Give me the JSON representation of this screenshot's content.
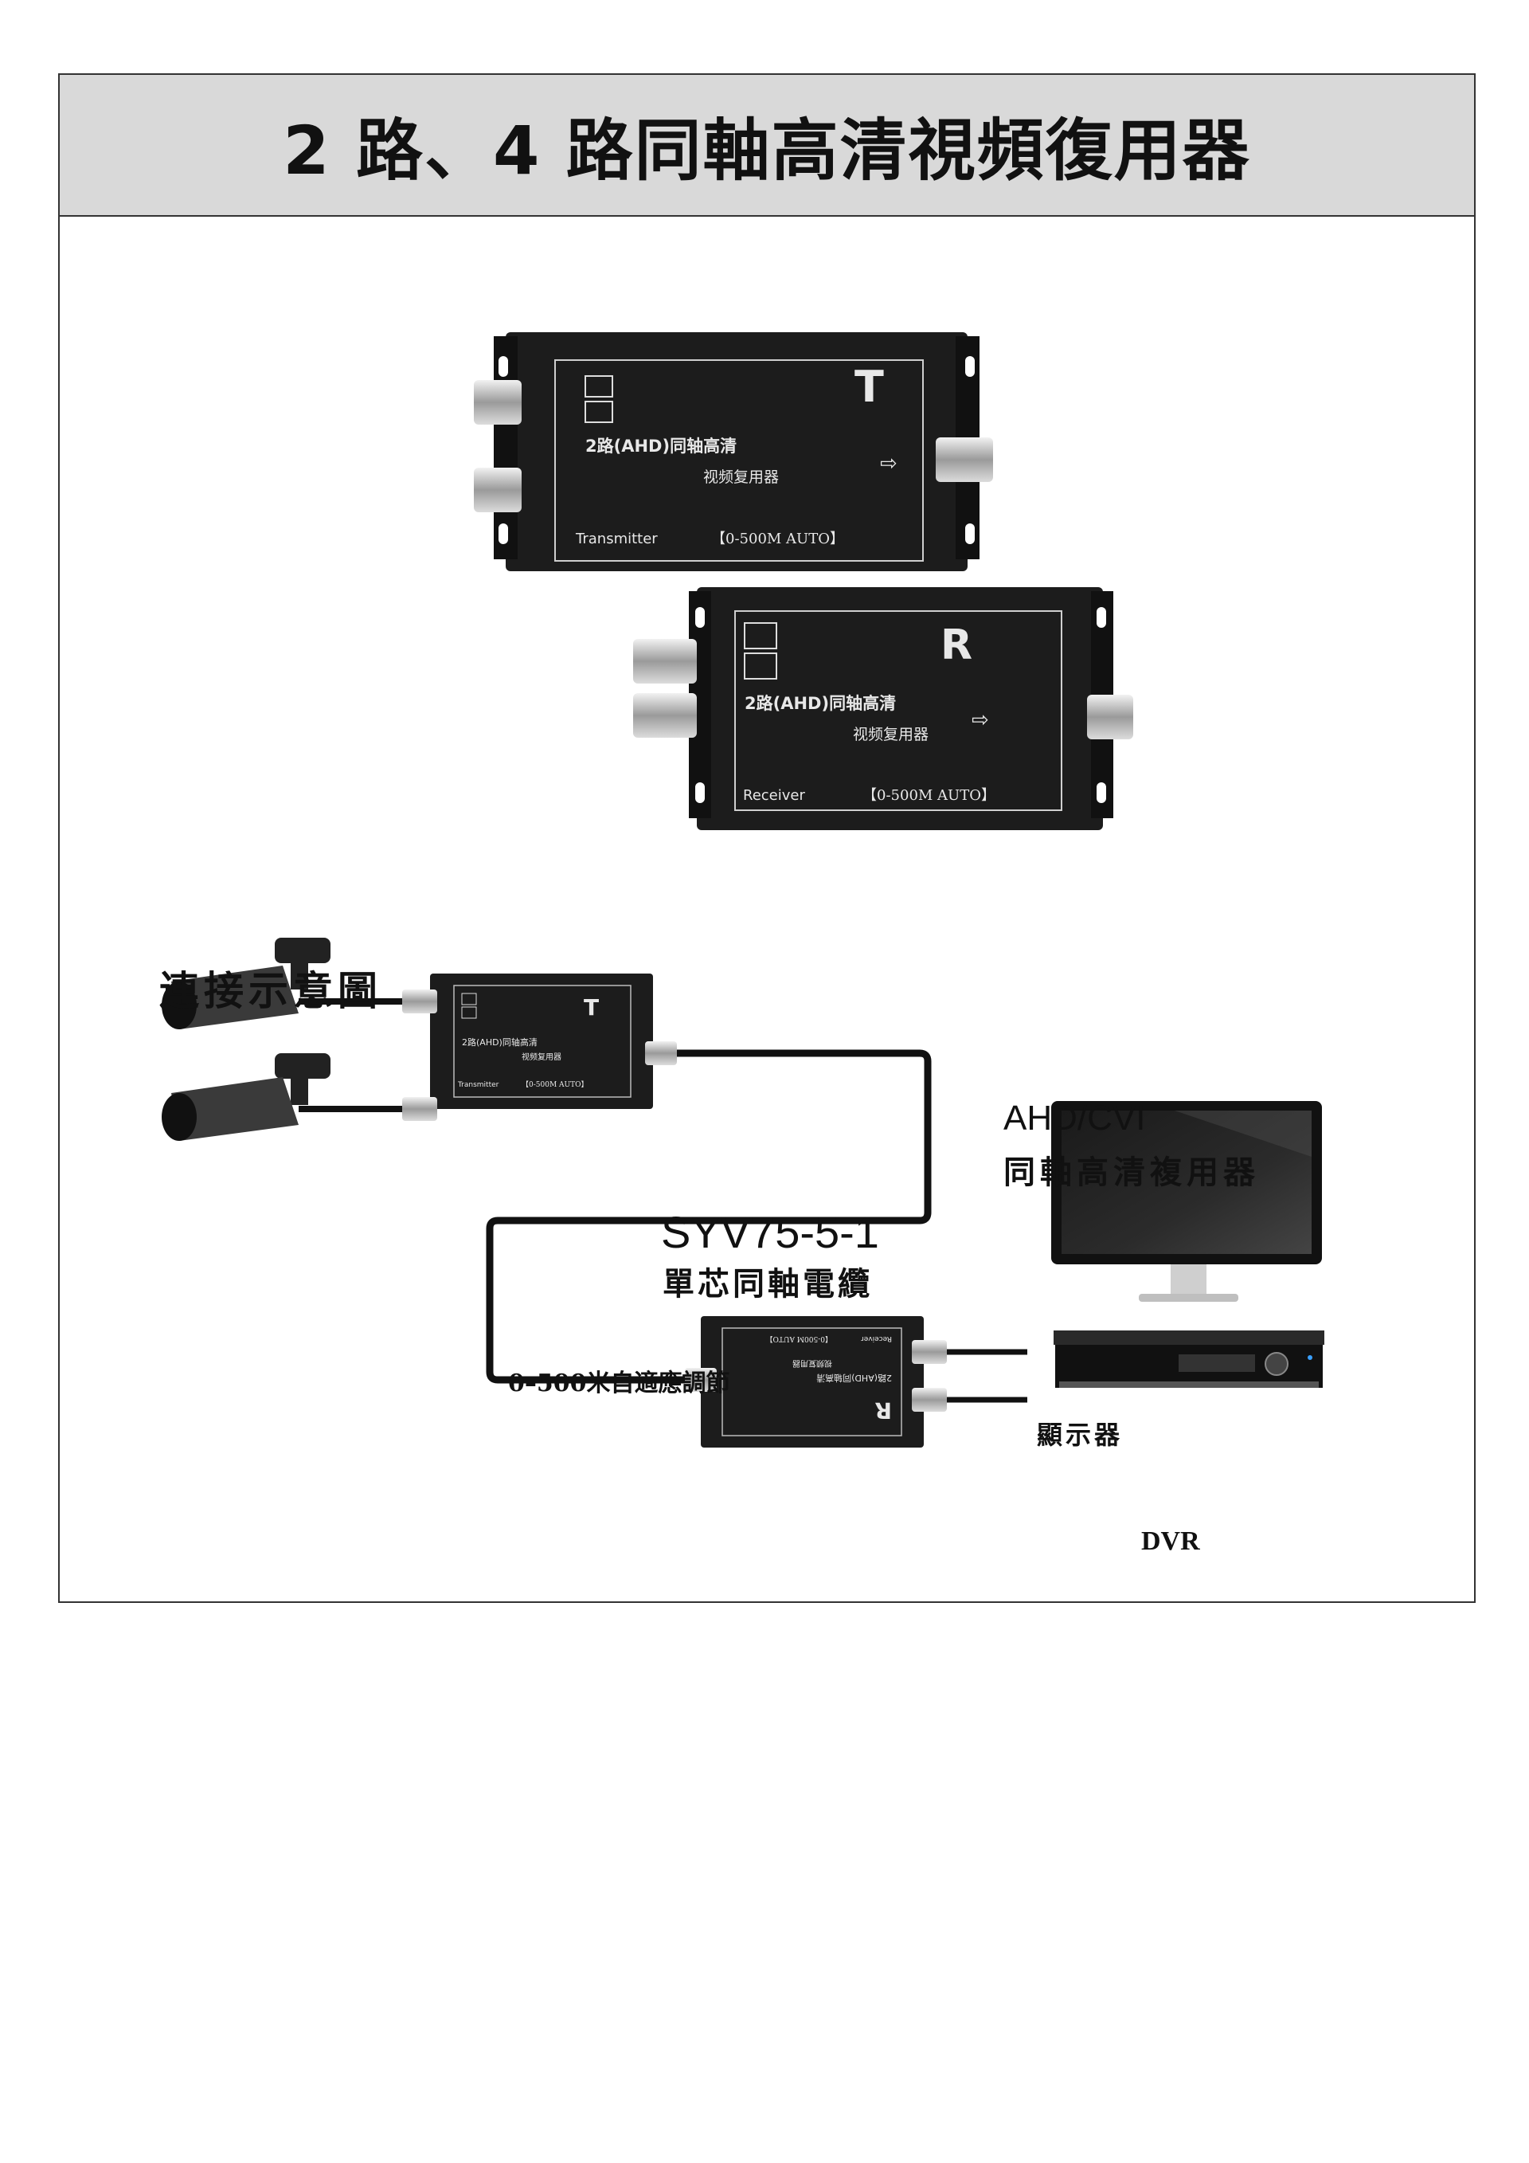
{
  "title": "2 路、4 路同軸高清視頻復用器",
  "transmitter": {
    "letter": "T",
    "label_line1": "2路(AHD)同轴高清",
    "label_line2": "视频复用器",
    "name": "Transmitter",
    "range": "【0-500M AUTO】"
  },
  "receiver": {
    "letter": "R",
    "label_line1": "2路(AHD)同轴高清",
    "label_line2": "视频复用器",
    "name": "Receiver",
    "range": "【0-500M AUTO】"
  },
  "diagram": {
    "heading": "連接示意圖",
    "product_name_line1": "AHD/CVI",
    "product_name_line2": "同軸高清複用器",
    "cable_model": "SYV75-5-1",
    "cable_desc": "單芯同軸電纜",
    "distance": "0–500米自適應調節",
    "monitor_label": "顯示器",
    "dvr_label": "DVR"
  }
}
